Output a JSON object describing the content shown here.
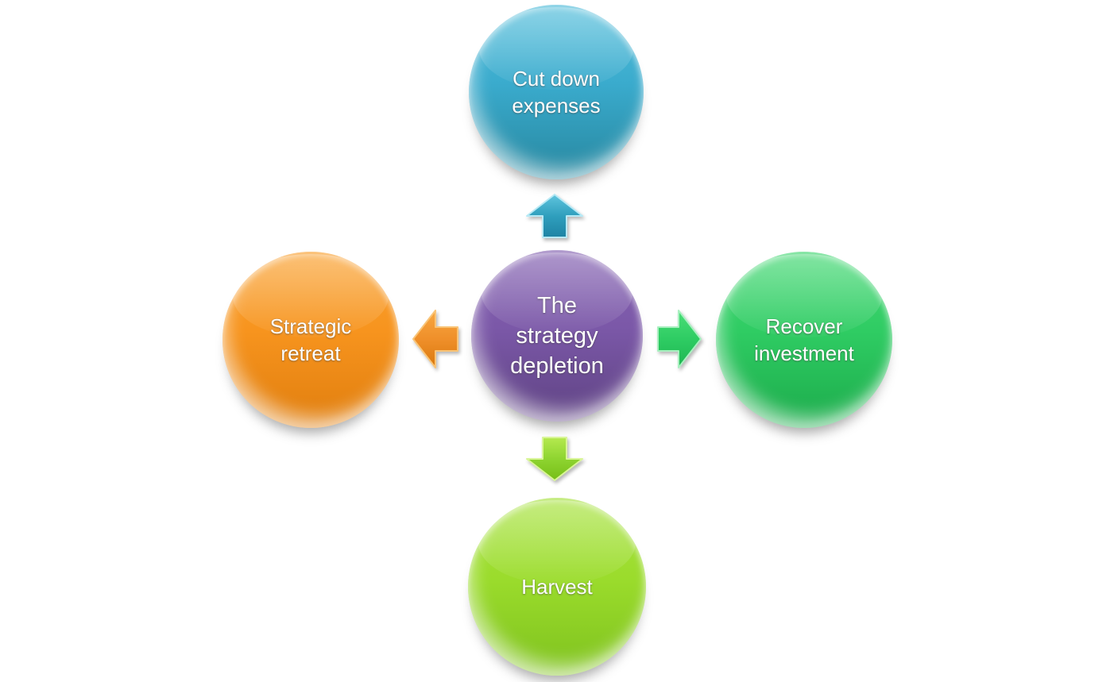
{
  "diagram": {
    "type": "radial-cycle",
    "background_color": "#ffffff",
    "text_color": "#ffffff",
    "center": {
      "label": "The strategy depletion",
      "color_top": "#7b58a8",
      "color_bottom": "#5f4383"
    },
    "nodes": [
      {
        "position": "top",
        "label": "Cut down expenses",
        "color_top": "#3aabcd",
        "color_bottom": "#27879f"
      },
      {
        "position": "right",
        "label": "Recover investment",
        "color_top": "#2fcc63",
        "color_bottom": "#1cab4b"
      },
      {
        "position": "bottom",
        "label": "Harvest",
        "color_top": "#9bdc2c",
        "color_bottom": "#7fc21e"
      },
      {
        "position": "left",
        "label": "Strategic retreat",
        "color_top": "#f7941e",
        "color_bottom": "#e07e0e"
      }
    ],
    "arrows": [
      {
        "direction": "up",
        "color": "#2f9fbd"
      },
      {
        "direction": "right",
        "color": "#2ecc63"
      },
      {
        "direction": "down",
        "color": "#8ed430"
      },
      {
        "direction": "left",
        "color": "#ef8f2a"
      }
    ]
  }
}
